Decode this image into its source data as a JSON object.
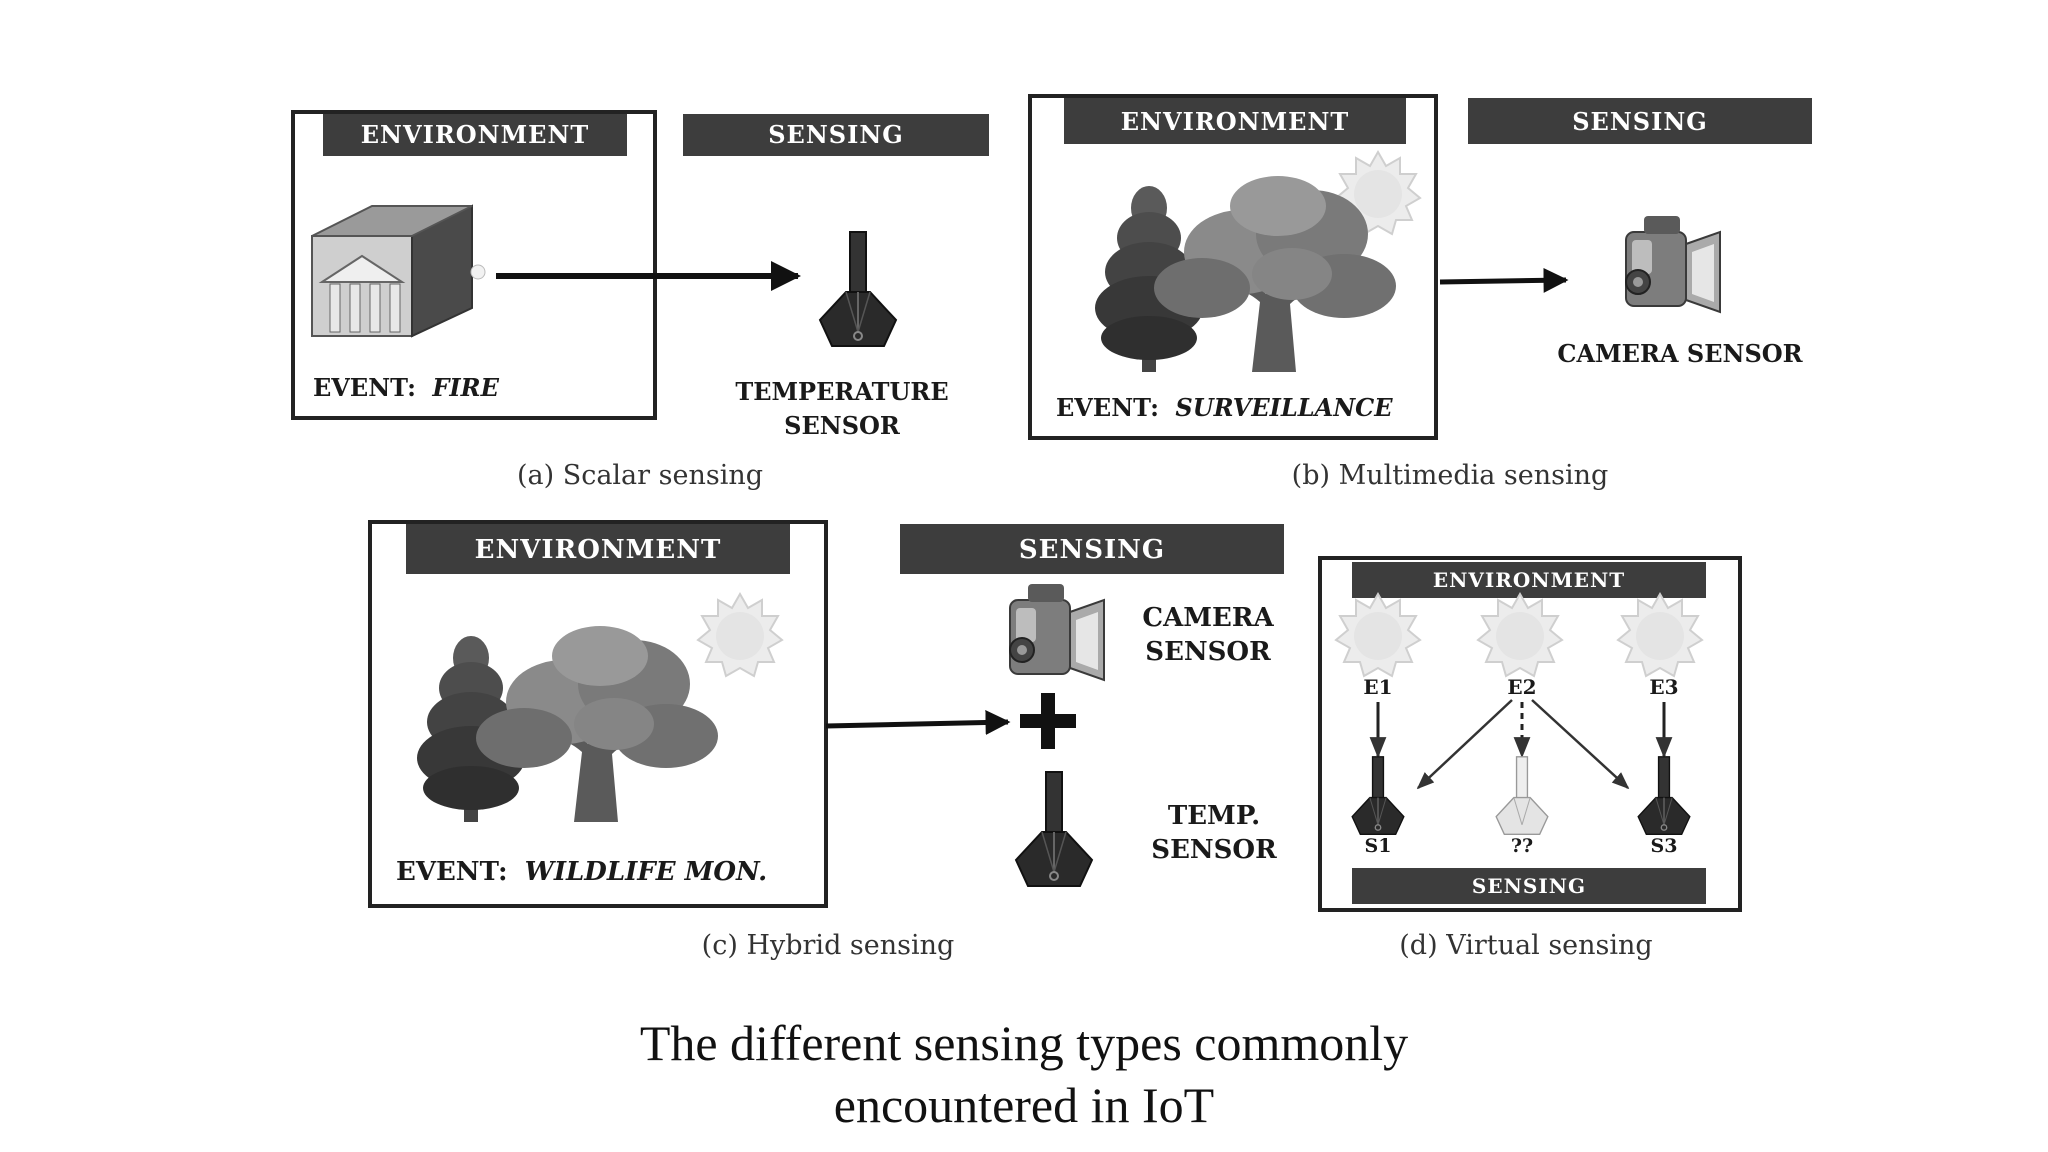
{
  "labels": {
    "environment": "ENVIRONMENT",
    "sensing": "SENSING"
  },
  "panel_a": {
    "event_prefix": "EVENT:",
    "event_name": "FIRE",
    "sensor_line1": "TEMPERATURE",
    "sensor_line2": "SENSOR",
    "caption": "(a) Scalar sensing"
  },
  "panel_b": {
    "event_prefix": "EVENT:",
    "event_name": "SURVEILLANCE",
    "sensor": "CAMERA SENSOR",
    "caption": "(b) Multimedia sensing"
  },
  "panel_c": {
    "event_prefix": "EVENT:",
    "event_name": "WILDLIFE MON.",
    "camera_line1": "CAMERA",
    "camera_line2": "SENSOR",
    "temp_line1": "TEMP.",
    "temp_line2": "SENSOR",
    "caption": "(c) Hybrid sensing"
  },
  "panel_d": {
    "events": [
      "E1",
      "E2",
      "E3"
    ],
    "sensors": [
      "S1",
      "??",
      "S3"
    ],
    "caption": "(d) Virtual sensing"
  },
  "caption": {
    "line1": "The different sensing types commonly",
    "line2": "encountered in IoT"
  },
  "colors": {
    "bar": "#3d3d3d",
    "frame": "#222222",
    "sun": "#dcdcdc",
    "sensor": "#2b2b2b"
  }
}
